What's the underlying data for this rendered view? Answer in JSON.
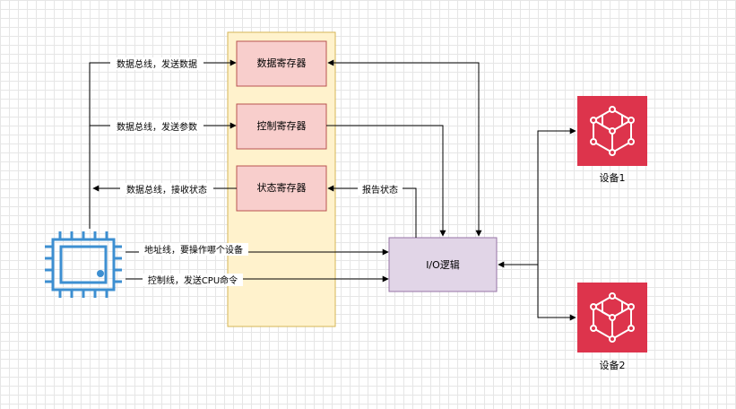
{
  "registers": [
    {
      "name": "数据寄存器"
    },
    {
      "name": "控制寄存器"
    },
    {
      "name": "状态寄存器"
    }
  ],
  "io_logic": {
    "label": "I/O逻辑"
  },
  "devices": [
    {
      "label": "设备1"
    },
    {
      "label": "设备2"
    }
  ],
  "edges": {
    "data_send": "数据总线，发送数据",
    "param_send": "数据总线，发送参数",
    "status_recv": "数据总线，接收状态",
    "address": "地址线，要操作哪个设备",
    "control": "控制线，发送CPU命令",
    "report": "报告状态"
  },
  "icons": {
    "cpu": "cpu-chip-icon",
    "device": "device-cube-icon"
  },
  "colors": {
    "controller_fill": "#fff2cc",
    "controller_stroke": "#d6b656",
    "register_fill": "#f8cecc",
    "register_stroke": "#b85450",
    "io_fill": "#e1d5e7",
    "io_stroke": "#9673a6",
    "device_fill": "#dd344c",
    "cpu_blue": "#3d8fd1"
  }
}
